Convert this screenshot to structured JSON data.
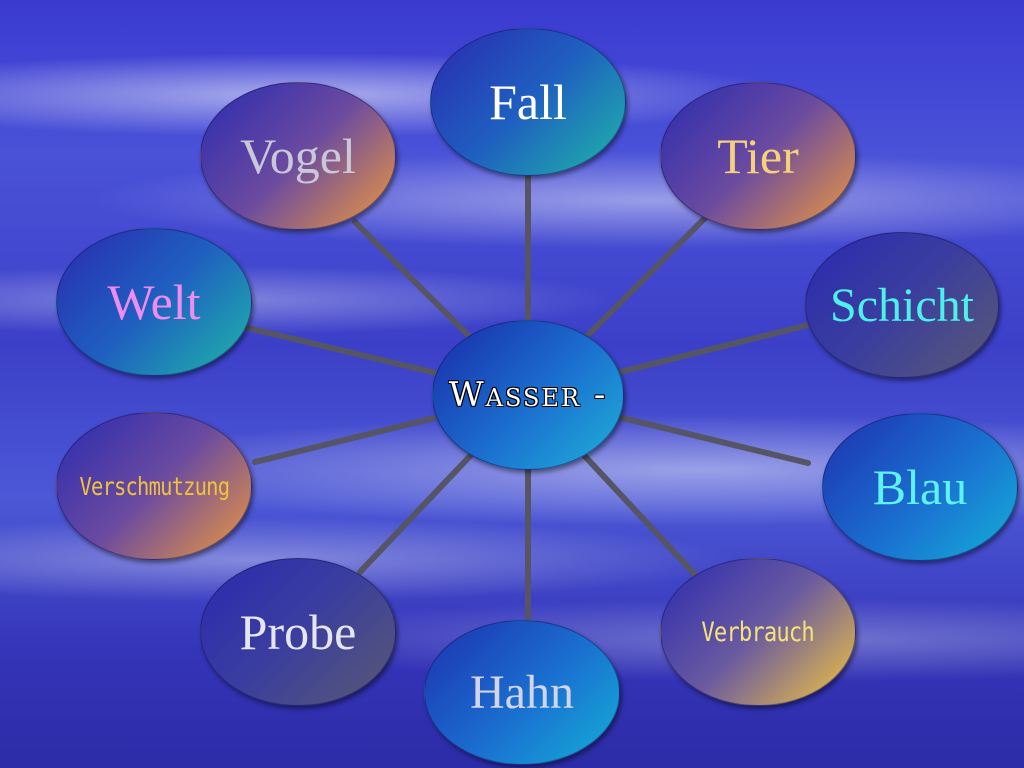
{
  "center": {
    "label": "Wasser -"
  },
  "spoke_color": "#555566",
  "nodes": [
    {
      "label": "Fall",
      "color": "#ffffff"
    },
    {
      "label": "Tier",
      "color": "#f5d27a"
    },
    {
      "label": "Schicht",
      "color": "#4ff0ea"
    },
    {
      "label": "Blau",
      "color": "#5ef2f2"
    },
    {
      "label": "Verbrauch",
      "color": "#f5e27a"
    },
    {
      "label": "Hahn",
      "color": "#d4d4e8"
    },
    {
      "label": "Probe",
      "color": "#e6e6f2"
    },
    {
      "label": "Verschmutzung",
      "color": "#f2c23a"
    },
    {
      "label": "Welt",
      "color": "#f08cf0"
    },
    {
      "label": "Vogel",
      "color": "#c8c8d8"
    }
  ]
}
